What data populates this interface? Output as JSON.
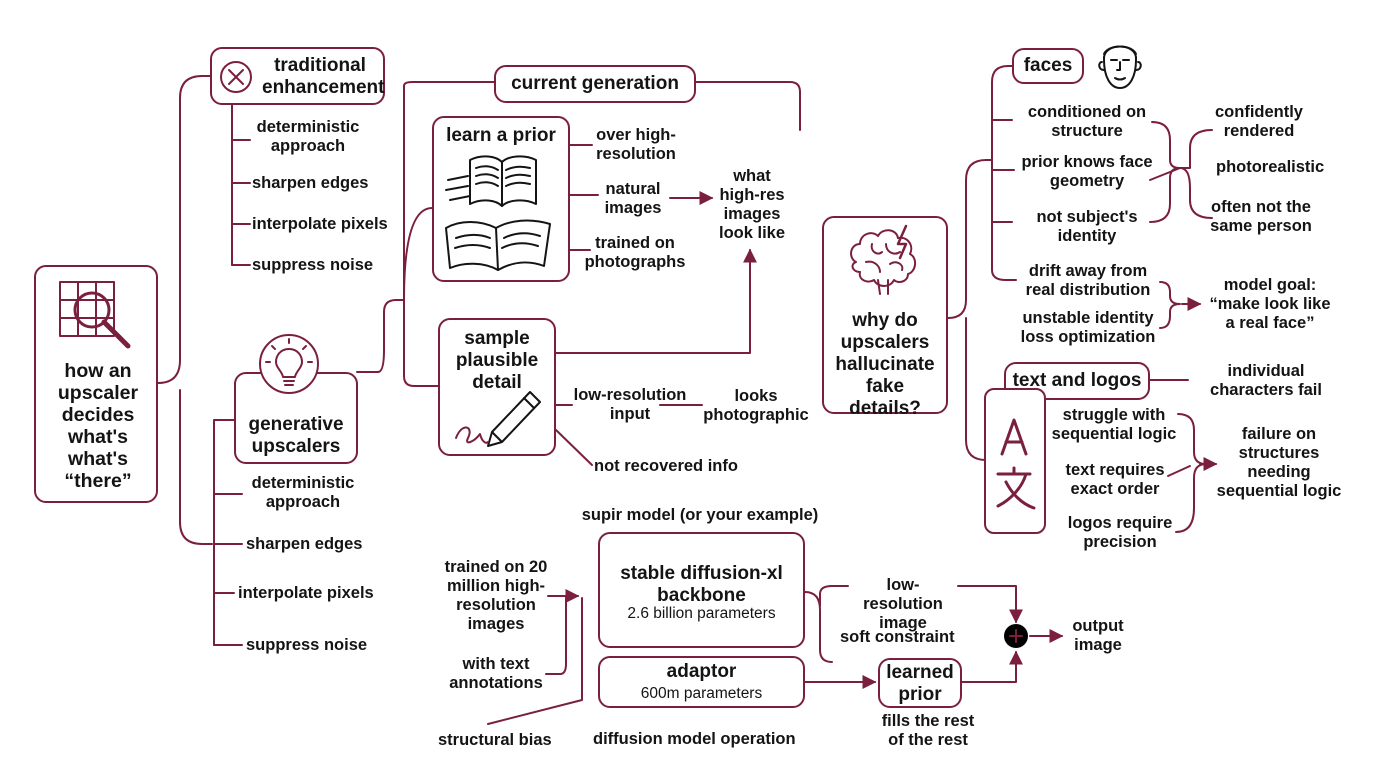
{
  "colors": {
    "accent": "#7a1f3d",
    "text": "#141414",
    "background": "#ffffff"
  },
  "root": {
    "label": "how an upscaler decides what's what's “there”",
    "icon": "magnifier-grid-icon"
  },
  "traditional": {
    "title": "traditional enhancement",
    "icon": "x-circle-icon",
    "items": [
      "deterministic approach",
      "sharpen edges",
      "interpolate pixels",
      "suppress noise"
    ]
  },
  "generative": {
    "title": "generative upscalers",
    "icon": "lightbulb-icon",
    "items": [
      "deterministic approach",
      "sharpen edges",
      "interpolate pixels",
      "suppress noise"
    ]
  },
  "current": {
    "title": "current generation",
    "prior": {
      "title": "learn a prior",
      "icon": "open-books-icon",
      "items": [
        "over high-resolution",
        "natural images",
        "trained on photographs"
      ]
    },
    "target": "what high-res images look like",
    "sample": {
      "title": "sample plausible detail",
      "icon": "pencil-icon",
      "input": "low-resolution input",
      "result": "looks photographic",
      "note": "not recovered info"
    }
  },
  "supir": {
    "heading": "supir model (or your example)",
    "backbone": {
      "title": "stable diffusion-xl backbone",
      "params": "2.6 billion parameters"
    },
    "adaptor": {
      "title": "adaptor",
      "params": "600m parameters"
    },
    "inputs": [
      "trained on 20 million high-resolution images",
      "with text annotations"
    ],
    "structural": "structural bias",
    "operation": "diffusion model operation",
    "lowres": "low-resolution image",
    "soft": "soft constraint",
    "learned": "learned prior",
    "fills": "fills the rest of the rest",
    "output": "output image"
  },
  "why": {
    "label": "why do upscalers hallucinate fake details?",
    "icon": "brain-lightning-icon"
  },
  "faces": {
    "title": "faces",
    "icon": "face-icon",
    "items": [
      "conditioned on structure",
      "prior knows face geometry",
      "not subject's identity"
    ],
    "results": [
      "confidently rendered",
      "photorealistic",
      "often not the same person"
    ],
    "drift": [
      "drift away from real distribution",
      "unstable identity loss optimization"
    ],
    "goal": "model goal: “make look like a real face”"
  },
  "text": {
    "title": "text and logos",
    "icon": "translate-icon",
    "individual": "individual characters fail",
    "items": [
      "struggle with sequential logic",
      "text requires exact order",
      "logos require precision"
    ],
    "failure": "failure on structures needing sequential logic"
  }
}
